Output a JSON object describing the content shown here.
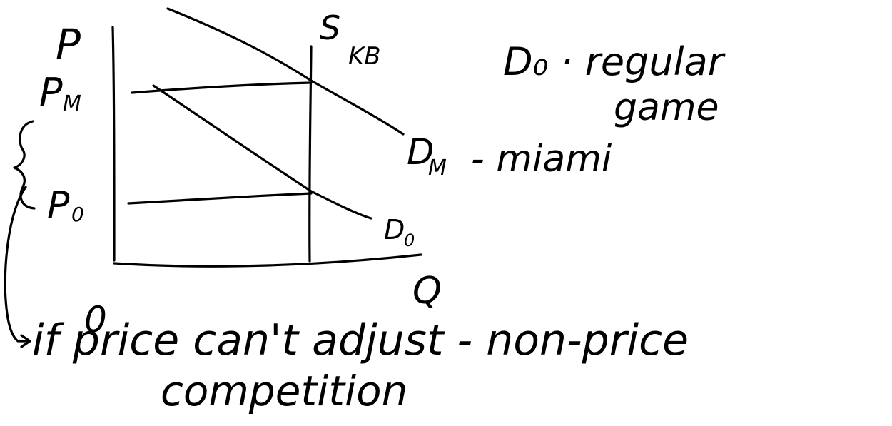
{
  "axes": {
    "y_label": "P",
    "x_label": "Q",
    "origin_label": "0"
  },
  "supply": {
    "label_main": "S",
    "label_sub": "KB"
  },
  "prices": {
    "pm_main": "P",
    "pm_sub": "M",
    "p0_main": "P",
    "p0_sub": "0"
  },
  "demand": {
    "dm_main": "D",
    "dm_sub": "M",
    "dm_desc": "- miami",
    "d0_main": "D",
    "d0_sub": "0"
  },
  "note_regular": {
    "line1": "D₀ · regular",
    "line2": "game"
  },
  "note_bottom": {
    "line1": "if price can't adjust - non-price",
    "line2": "competition"
  }
}
